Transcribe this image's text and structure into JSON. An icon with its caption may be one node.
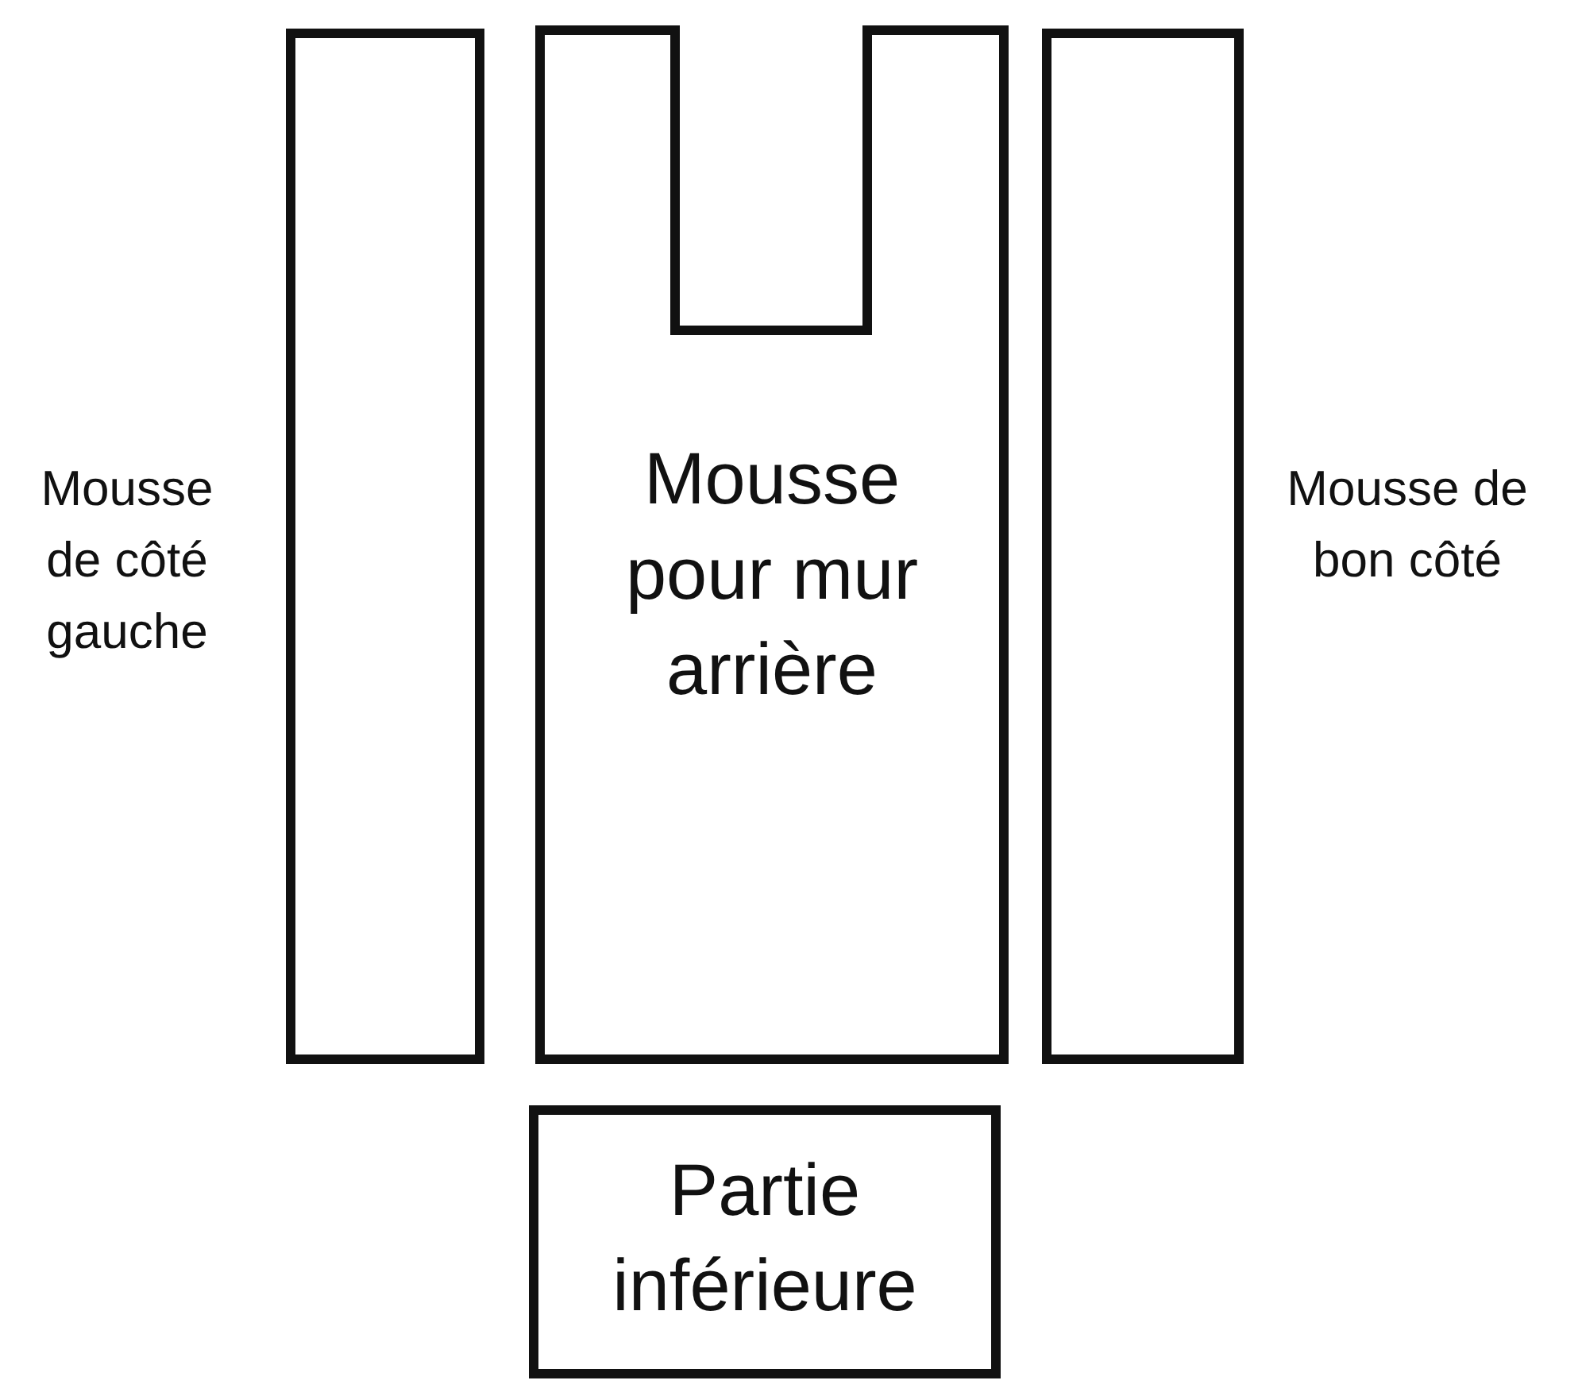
{
  "diagram": {
    "nodes": [
      {
        "text": [],
        "shape": "bar",
        "beside": [
          "Mousse de côté gauche"
        ]
      },
      {
        "text": [
          "Mousse pour mur arrière"
        ]
      },
      {
        "text": [],
        "shape": "bar",
        "beside": [
          "Mousse de bon côté"
        ]
      },
      {
        "text": [
          "Partie inférieure"
        ]
      }
    ]
  }
}
